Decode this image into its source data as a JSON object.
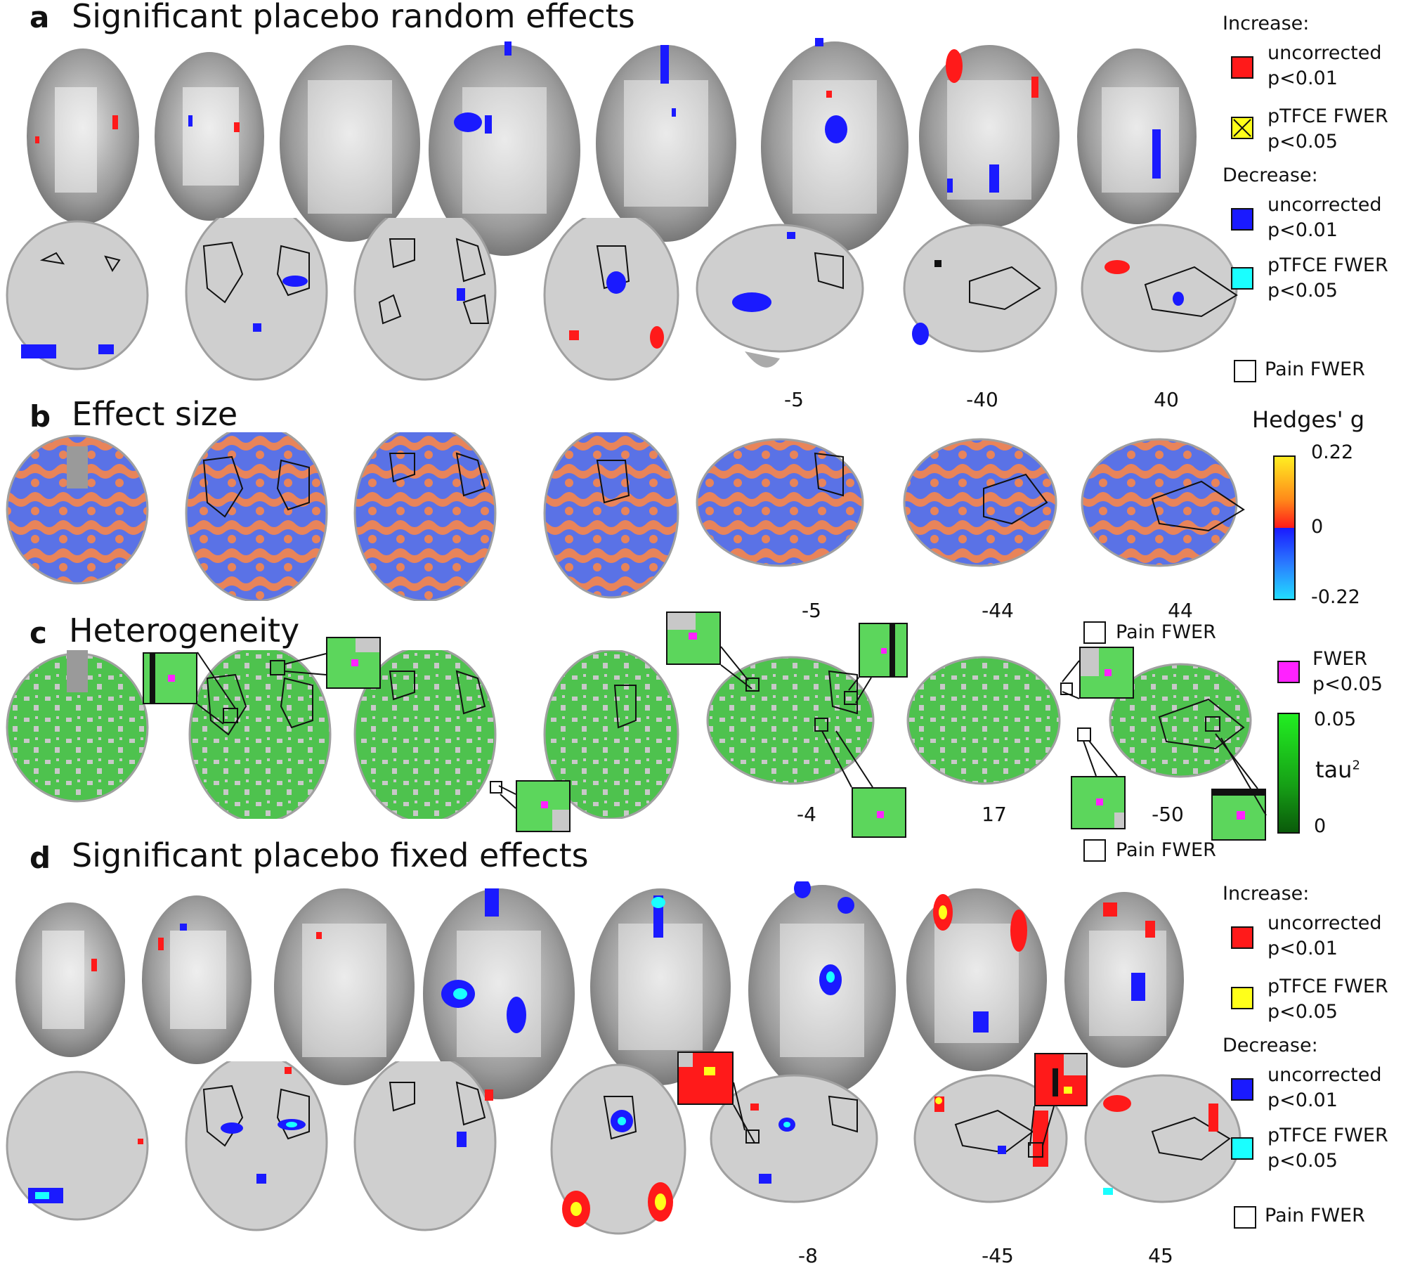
{
  "panels": {
    "a": {
      "letter": "a",
      "title": "Significant placebo random effects",
      "coords": [
        "-5",
        "-40",
        "40"
      ]
    },
    "b": {
      "letter": "b",
      "title": "Effect size",
      "coords": [
        "-5",
        "-44",
        "44"
      ]
    },
    "c": {
      "letter": "c",
      "title": "Heterogeneity",
      "coords": [
        "-4",
        "17",
        "-50"
      ]
    },
    "d": {
      "letter": "d",
      "title": "Significant placebo fixed effects",
      "coords": [
        "-8",
        "-45",
        "45"
      ]
    }
  },
  "legend_a": {
    "increase": "Increase:",
    "uncorrected": "uncorrected",
    "p01": "p<0.01",
    "ptfce": "pTFCE FWER",
    "p05": "p<0.05",
    "decrease": "Decrease:",
    "uncorrected2": "uncorrected",
    "p01b": "p<0.01",
    "ptfce2": "pTFCE FWER",
    "p05b": "p<0.05",
    "pain": "Pain FWER"
  },
  "legend_b": {
    "title": "Hedges' g",
    "max": "0.22",
    "mid": "0",
    "min": "-0.22"
  },
  "legend_c": {
    "pain_top": "Pain FWER",
    "fwer": "FWER",
    "p05": "p<0.05",
    "max": "0.05",
    "tau": "tau",
    "sup": "2",
    "min": "0",
    "pain_bottom": "Pain FWER"
  },
  "legend_d": {
    "increase": "Increase:",
    "uncorrected": "uncorrected",
    "p01": "p<0.01",
    "ptfce": "pTFCE FWER",
    "p05": "p<0.05",
    "decrease": "Decrease:",
    "uncorrected2": "uncorrected",
    "p01b": "p<0.01",
    "ptfce2": "pTFCE FWER",
    "p05b": "p<0.05",
    "pain": "Pain FWER"
  },
  "colors": {
    "increase_uncorrected": "#ff1a1a",
    "increase_ptfce": "#ffff1a",
    "decrease_uncorrected": "#1a1aff",
    "decrease_ptfce": "#1affff",
    "fwer": "#ff22ff",
    "brain_gray": "#c9c9c9",
    "cortex_dark": "#7a7a7a",
    "heterogeneity_green": "#44c044"
  }
}
